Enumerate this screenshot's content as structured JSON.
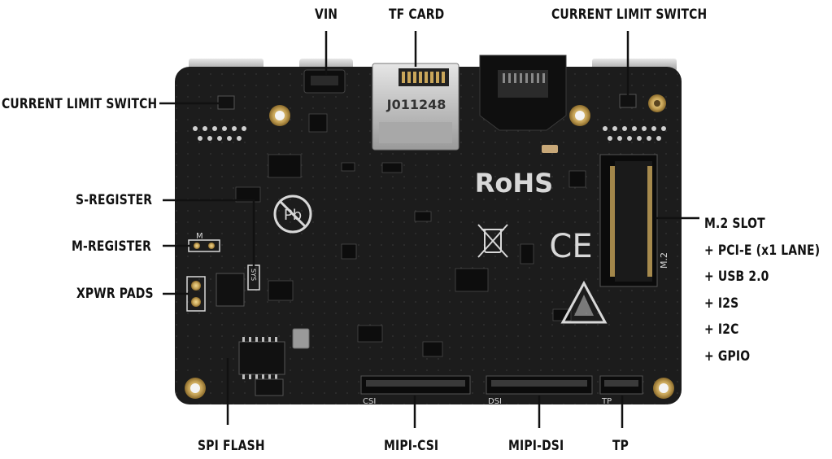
{
  "labels": {
    "vin": "VIN",
    "tf_card": "TF CARD",
    "current_limit_switch_top": "CURRENT LIMIT SWITCH",
    "current_limit_switch_left": "CURRENT LIMIT SWITCH",
    "s_register": "S-REGISTER",
    "m_register": "M-REGISTER",
    "xpwr_pads": "XPWR PADS",
    "spi_flash": "SPI FLASH",
    "mipi_csi": "MIPI-CSI",
    "mipi_dsi": "MIPI-DSI",
    "tp": "TP",
    "m2_slot": "M.2 SLOT",
    "m2_features": [
      "+ PCI-E (x1 LANE)",
      "+ USB 2.0",
      "+ I2S",
      "+ I2C",
      "+ GPIO"
    ]
  },
  "silkscreen": {
    "rohs": "RoHS",
    "ce": "CE",
    "pb": "Pb",
    "tf_marking": "J011248",
    "csi": "CSI",
    "dsi": "DSI",
    "tp": "TP",
    "m2": "M.2",
    "m": "M",
    "sys": "SYS"
  },
  "colors": {
    "pcb": "#1c1c1c",
    "gold": "#c9a65a",
    "silk": "#d8d8d8",
    "metal": "#b9b9b9"
  }
}
